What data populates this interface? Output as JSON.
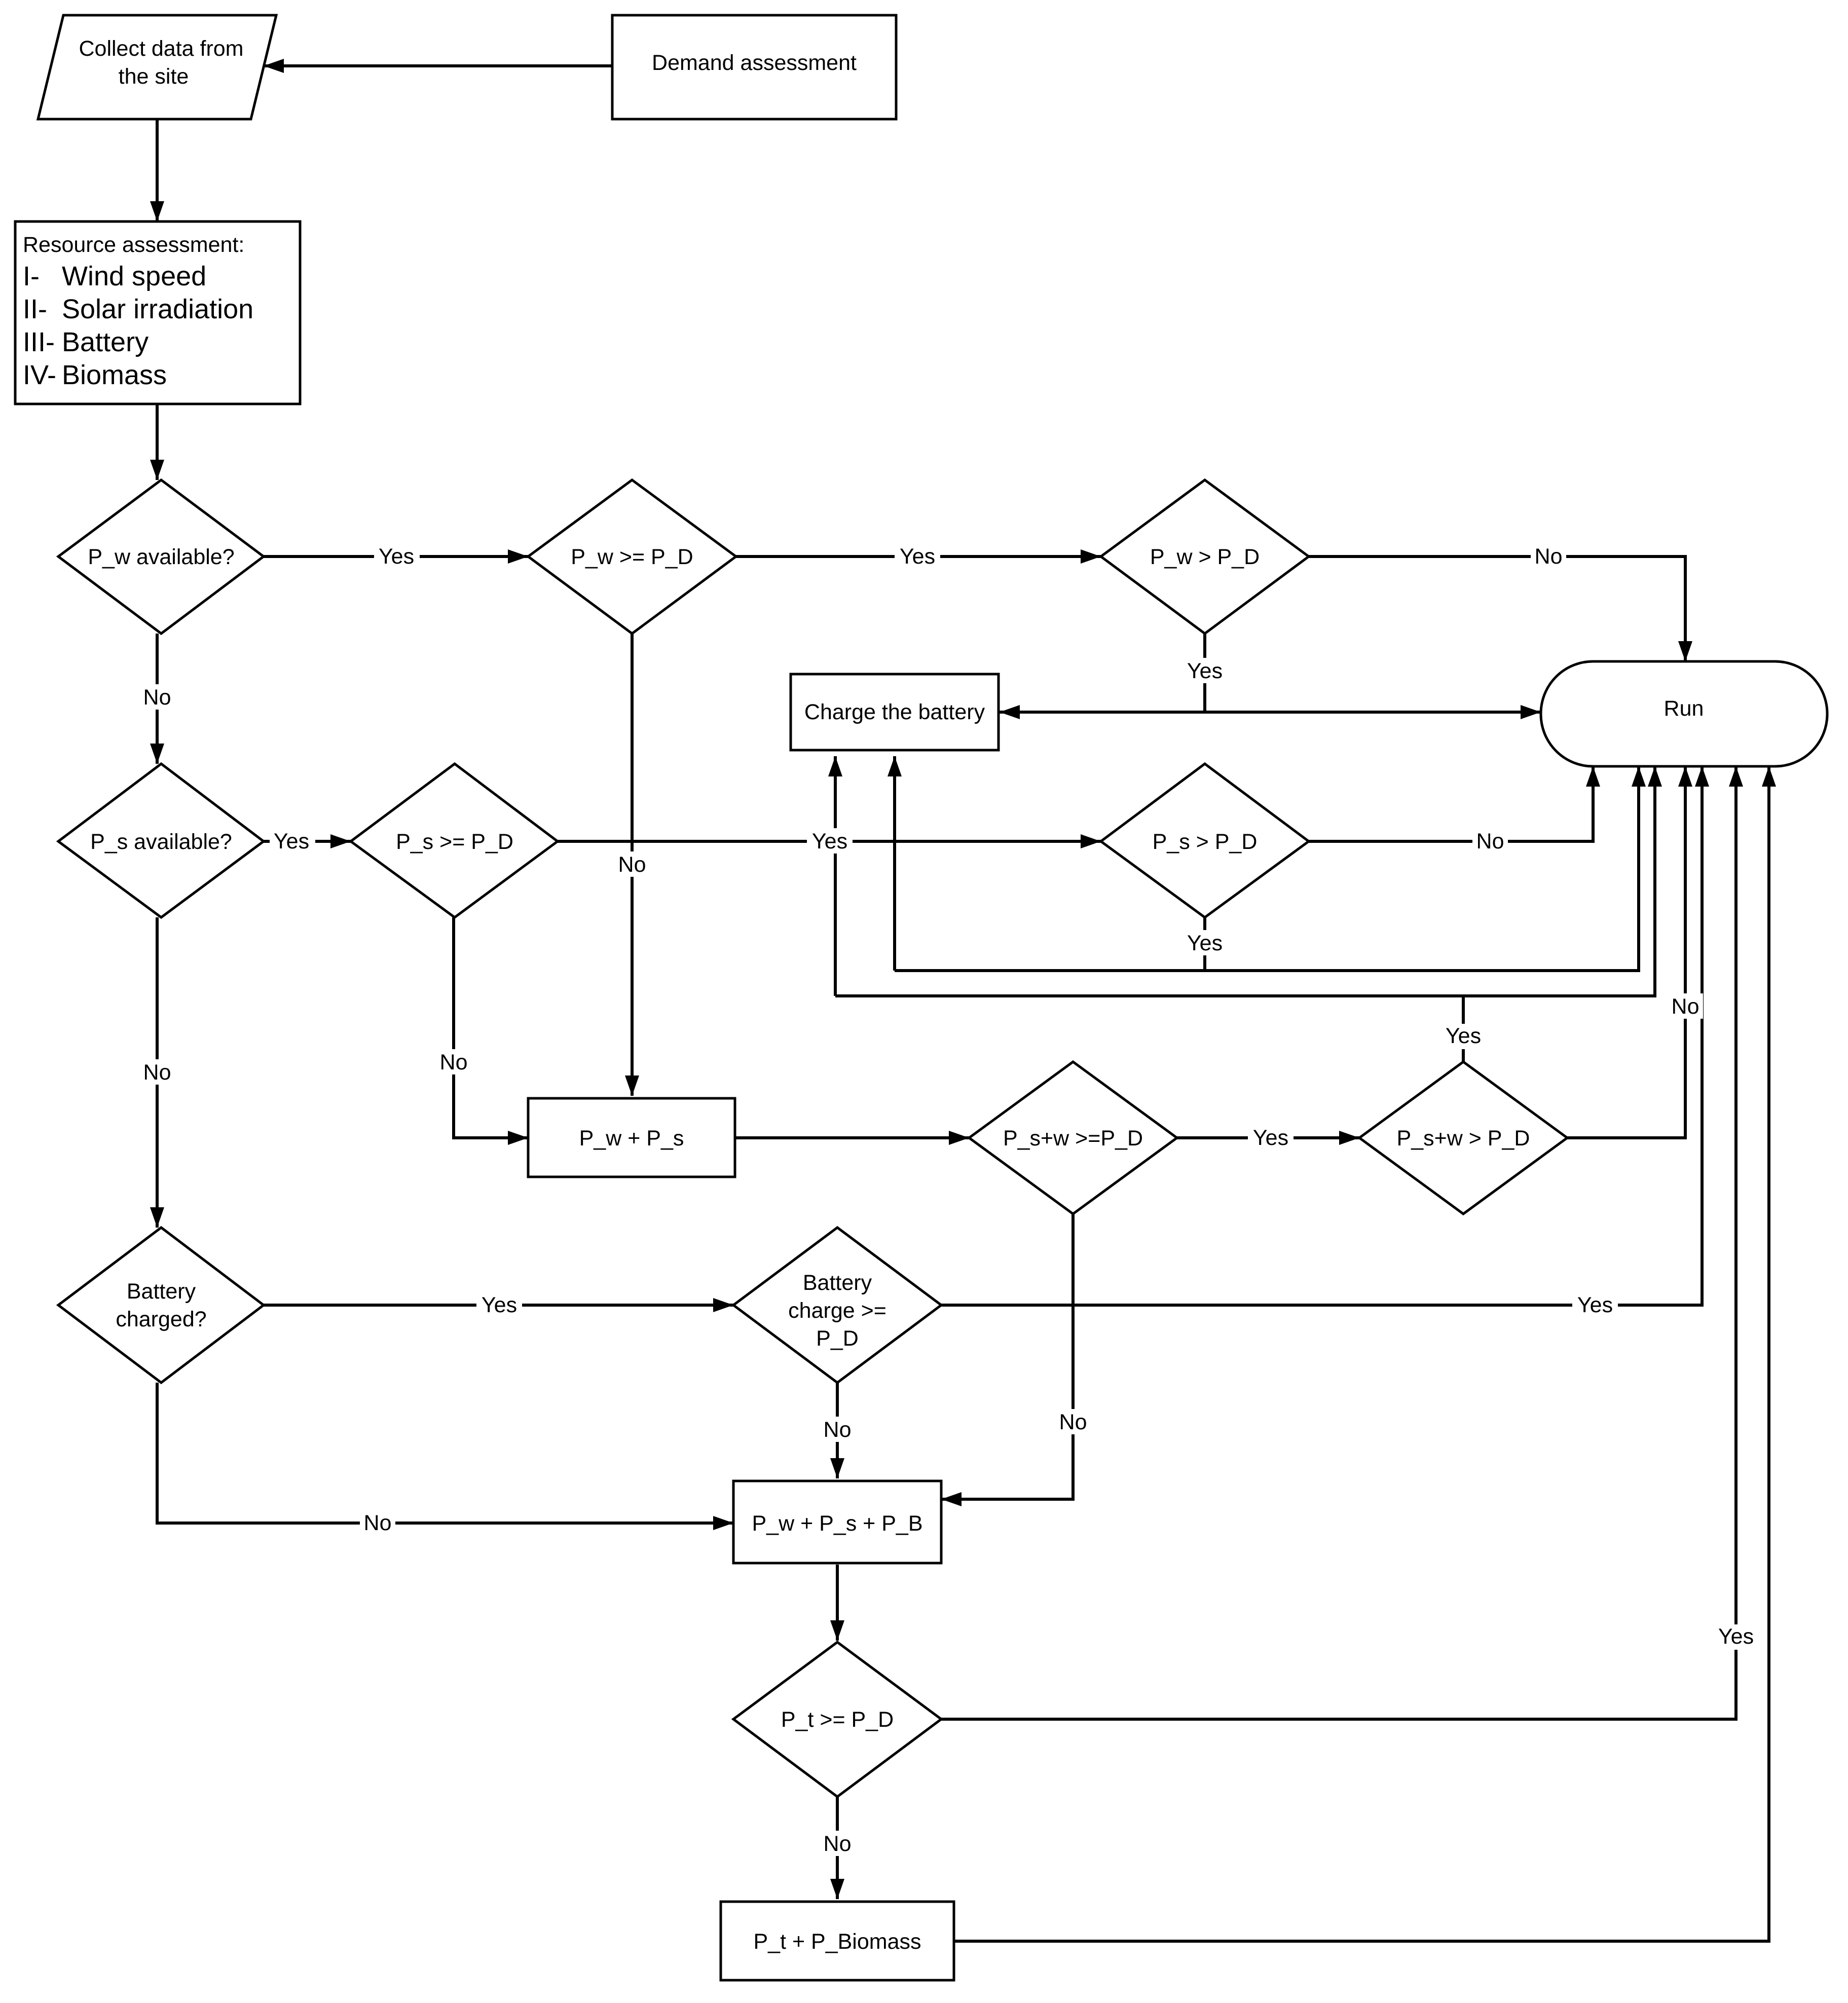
{
  "colors": {
    "stroke": "#000000",
    "fill": "#ffffff",
    "text": "#000000"
  },
  "nodes": {
    "collect": {
      "lines": [
        "Collect data from",
        "the site"
      ]
    },
    "demand": {
      "label": "Demand assessment"
    },
    "resource": {
      "title": "Resource assessment:",
      "items": [
        {
          "num": "I-",
          "text": "Wind speed"
        },
        {
          "num": "II-",
          "text": "Solar irradiation"
        },
        {
          "num": "III-",
          "text": "Battery"
        },
        {
          "num": "IV-",
          "text": "Biomass"
        }
      ]
    },
    "pw_available": {
      "label": "P_w available?"
    },
    "pw_ge_pd": {
      "label": "P_w >= P_D"
    },
    "pw_gt_pd": {
      "label": "P_w > P_D"
    },
    "run": {
      "label": "Run"
    },
    "charge_battery": {
      "label": "Charge the battery"
    },
    "ps_available": {
      "label": "P_s available?"
    },
    "ps_ge_pd": {
      "label": "P_s >= P_D"
    },
    "ps_gt_pd": {
      "label": "P_s > P_D"
    },
    "pw_plus_ps": {
      "label": "P_w + P_s"
    },
    "psw_ge_pd": {
      "label": "P_s+w >=P_D"
    },
    "psw_gt_pd": {
      "label": "P_s+w > P_D"
    },
    "battery_charged": {
      "lines": [
        "Battery",
        "charged?"
      ]
    },
    "battery_charge_ge_pd": {
      "lines": [
        "Battery",
        "charge >=",
        "P_D"
      ]
    },
    "pw_ps_pb": {
      "label": "P_w + P_s + P_B"
    },
    "pt_ge_pd": {
      "label": "P_t >= P_D"
    },
    "pt_biomass": {
      "label": "P_t + P_Biomass"
    }
  },
  "edges": {
    "pwavail_yes": "Yes",
    "pwge_yes": "Yes",
    "pwgt_no": "No",
    "pwgt_yes": "Yes",
    "pwavail_no": "No",
    "psavail_yes": "Yes",
    "pwge_no": "No",
    "psge_yes": "Yes",
    "psgt_no": "No",
    "psgt_yes": "Yes",
    "psavail_no": "No",
    "psge_no": "No",
    "pswgt_yes": "Yes",
    "pswgt_no": "No",
    "pswge_yes": "Yes",
    "battery_yes": "Yes",
    "battcharge_yes": "Yes",
    "battcharge_no": "No",
    "pswge_no": "No",
    "battery_no": "No",
    "pt_yes": "Yes",
    "pt_no": "No"
  }
}
